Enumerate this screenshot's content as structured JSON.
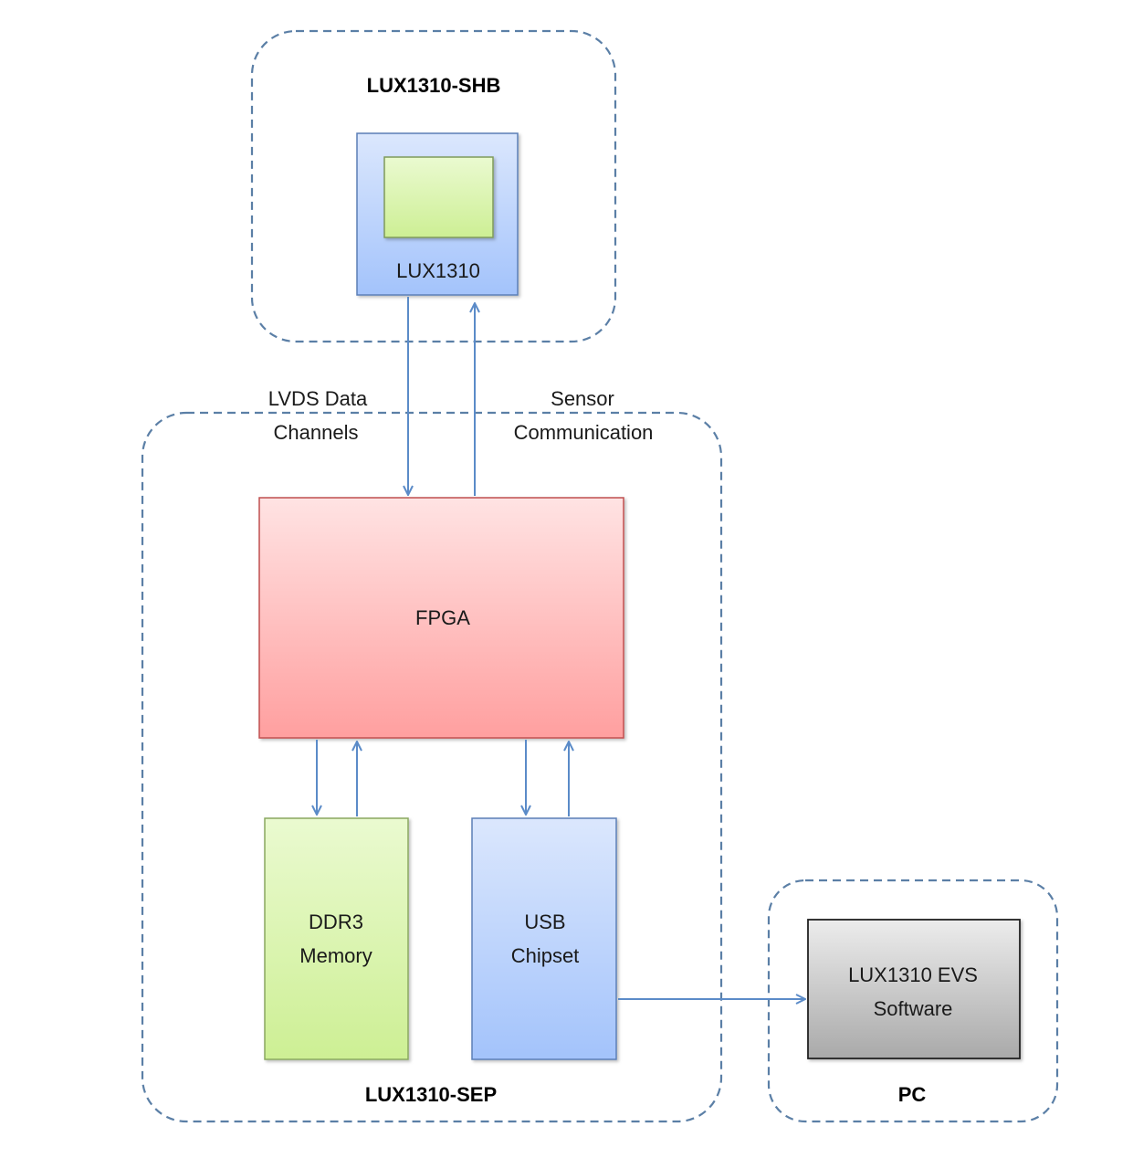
{
  "groups": {
    "shb": "LUX1310-SHB",
    "sep": "LUX1310-SEP",
    "pc": "PC"
  },
  "blocks": {
    "sensor": "LUX1310",
    "fpga": "FPGA",
    "ddr3": [
      "DDR3",
      "Memory"
    ],
    "usb": [
      "USB",
      "Chipset"
    ],
    "software": [
      "LUX1310 EVS",
      "Software"
    ]
  },
  "links": {
    "lvds": [
      "LVDS Data",
      "Channels"
    ],
    "sensor_comm": [
      "Sensor",
      "Communication"
    ]
  },
  "colors": {
    "dashed_border": "#5b7fa6",
    "arrow": "#5b8bc8",
    "sensor_fill_top": "#dbe7fd",
    "sensor_fill_bottom": "#a3c3fb",
    "chip_fill_top": "#eafad0",
    "chip_fill_bottom": "#cdef94",
    "fpga_fill_top": "#ffe3e3",
    "fpga_fill_bottom": "#ff9f9f",
    "software_fill_top": "#ececec",
    "software_fill_bottom": "#a9a9a9"
  }
}
